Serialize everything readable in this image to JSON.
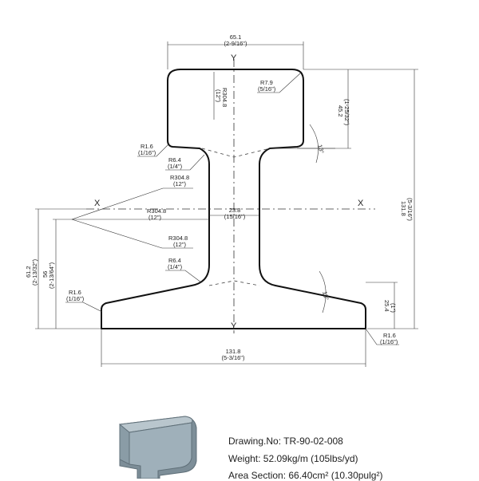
{
  "dimensions": {
    "head_width": "65.1",
    "head_width_in": "(2-9/16\")",
    "head_radius_large": "R304.8",
    "head_radius_large_in": "(12\")",
    "head_corner_radius": "R7.9",
    "head_corner_radius_in": "(5/16\")",
    "head_height": "45.2",
    "head_height_in": "(1-25/32\")",
    "total_height": "131.8",
    "total_height_in": "(5-3/16\")",
    "fillet_r16": "R1.6",
    "fillet_r16_in": "(1/16\")",
    "fillet_r64": "R6.4",
    "fillet_r64_in": "(1/4\")",
    "web_radius": "R304.8",
    "web_radius_in": "(12\")",
    "web_thickness": "23.8",
    "web_thickness_in": "(15/16\")",
    "neutral_axis_height": "61.2",
    "neutral_axis_height_in": "(2-13/32\")",
    "base_to_axis": "56",
    "base_to_axis_in": "(2-13/64\")",
    "base_edge_height": "25.4",
    "base_edge_height_in": "(1\")",
    "base_width": "131.8",
    "base_width_in": "(5-3/16\")",
    "angle": "13°"
  },
  "axes": {
    "x_left": "X",
    "x_right": "X",
    "y_top": "Y",
    "y_bottom": "Y"
  },
  "info": {
    "drawing_no": "Drawing.No: TR-90-02-008",
    "weight": "Weight: 52.09kg/m  (105lbs/yd)",
    "area": "Area Section: 66.40cm² (10.30pulg²)"
  },
  "colors": {
    "line": "#222222",
    "render_face": "#9fb0ba",
    "render_edge": "#5f6f78"
  }
}
